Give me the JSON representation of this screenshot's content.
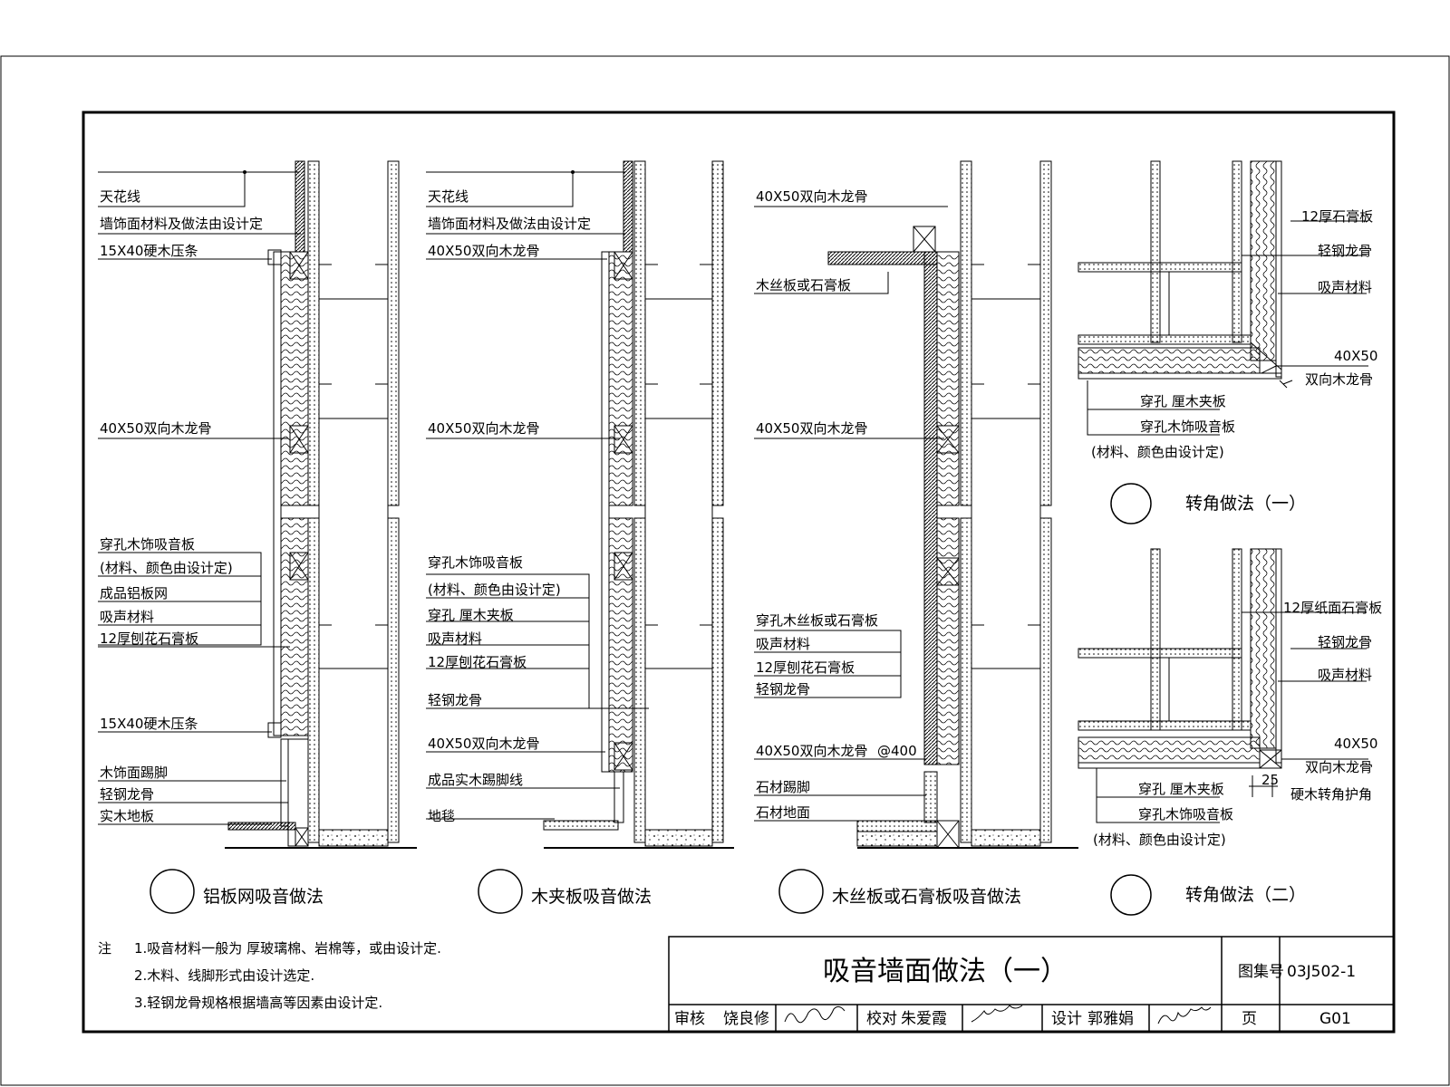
{
  "sheet": {
    "title": "吸音墙面做法（一）",
    "atlas_label": "图集号",
    "atlas_no": "03J502-1",
    "page_label": "页",
    "page_no": "G01",
    "review_label": "审核",
    "reviewer": "饶良修",
    "check_label": "校对",
    "checker": "朱爱霞",
    "design_label": "设计",
    "designer": "郭雅娟"
  },
  "notes": {
    "prefix": "注",
    "items": [
      "1.吸音材料一般为  厚玻璃棉、岩棉等，或由设计定.",
      "2.木料、线脚形式由设计选定.",
      "3.轻钢龙骨规格根据墙高等因素由设计定."
    ]
  },
  "details": {
    "d1": {
      "caption": "铝板网吸音做法",
      "labels": [
        "天花线",
        "墙饰面材料及做法由设计定",
        "15X40硬木压条",
        "40X50双向木龙骨",
        "穿孔木饰吸音板",
        "(材料、颜色由设计定)",
        "成品铝板网",
        "吸声材料",
        "12厚刨花石膏板",
        "15X40硬木压条",
        "木饰面踢脚",
        "轻钢龙骨",
        "实木地板"
      ]
    },
    "d2": {
      "caption": "木夹板吸音做法",
      "labels": [
        "天花线",
        "墙饰面材料及做法由设计定",
        "40X50双向木龙骨",
        "40X50双向木龙骨",
        "穿孔木饰吸音板",
        "(材料、颜色由设计定)",
        "穿孔 厘木夹板",
        "吸声材料",
        "12厚刨花石膏板",
        "轻钢龙骨",
        "40X50双向木龙骨",
        "成品实木踢脚线",
        "地毯"
      ]
    },
    "d3": {
      "caption": "木丝板或石膏板吸音做法",
      "labels": [
        "40X50双向木龙骨",
        "木丝板或石膏板",
        "40X50双向木龙骨",
        "穿孔木丝板或石膏板",
        "吸声材料",
        "12厚刨花石膏板",
        "轻钢龙骨",
        "40X50双向木龙骨",
        "@400",
        "石材踢脚",
        "石材地面"
      ]
    },
    "d4": {
      "caption": "转角做法（一）",
      "labels": [
        "12厚石膏板",
        "轻钢龙骨",
        "吸声材料",
        "40X50",
        "双向木龙骨",
        "穿孔 厘木夹板",
        "穿孔木饰吸音板",
        "(材料、颜色由设计定)"
      ]
    },
    "d5": {
      "caption": "转角做法（二）",
      "labels": [
        "12厚纸面石膏板",
        "轻钢龙骨",
        "吸声材料",
        "40X50",
        "双向木龙骨",
        "穿孔 厘木夹板",
        "硬木转角护角",
        "25",
        "穿孔木饰吸音板",
        "(材料、颜色由设计定)"
      ]
    }
  }
}
